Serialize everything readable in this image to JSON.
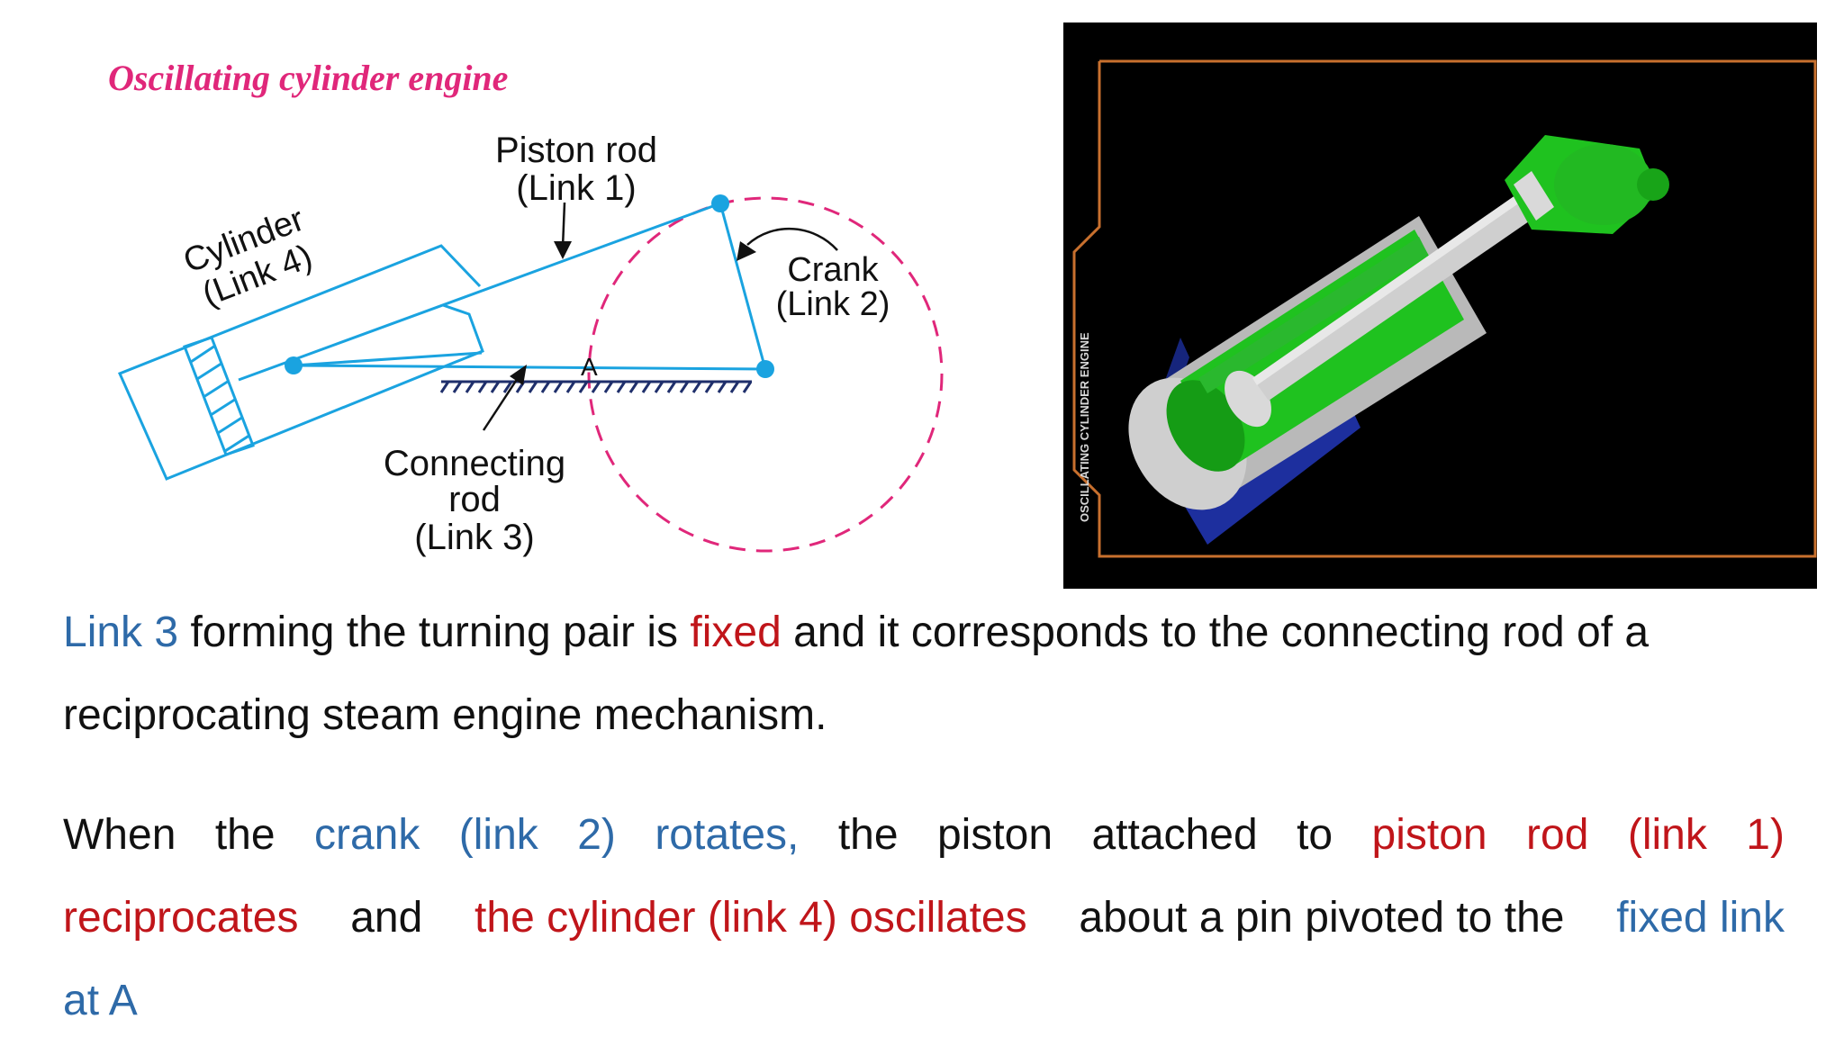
{
  "diagram": {
    "title": "Oscillating cylinder engine",
    "labels": {
      "piston_rod_1": "Piston rod",
      "piston_rod_2": "(Link 1)",
      "cylinder_1": "Cylinder",
      "cylinder_2": "(Link 4)",
      "crank_1": "Crank",
      "crank_2": "(Link 2)",
      "connecting_1": "Connecting",
      "connecting_2": "rod",
      "connecting_3": "(Link 3)",
      "point_a": "A"
    },
    "colors": {
      "title": "#e0277a",
      "link_lines": "#1aa3e0",
      "crank_circle": "#e0277a",
      "text": "#111111",
      "hatch": "#1f2f6b"
    }
  },
  "render_panel": {
    "side_label": "OSCILLATING CYLINDER ENGINE",
    "colors": {
      "background": "#000000",
      "frame": "#c8702e",
      "green": "#1fc21f",
      "grey": "#c8c8c8",
      "blue": "#1d2f9e",
      "red": "#d21a1a"
    }
  },
  "paragraph1": {
    "s1": "Link 3",
    "s2": "forming the turning pair is",
    "s3": "fixed",
    "s4": "and it corresponds to the connecting rod of a",
    "s5": "reciprocating steam engine mechanism."
  },
  "paragraph2": {
    "w1": "When",
    "w2": "the",
    "w3": "crank",
    "w4": "(link",
    "w5": "2)",
    "w6": "rotates,",
    "w7": "the",
    "w8": "piston",
    "w9": "attached",
    "w10": "to",
    "w11": "piston",
    "w12": "rod",
    "w13": "(link",
    "w14": "1)",
    "l2a": "reciprocates",
    "l2b": "and",
    "l2c": "the cylinder (link 4) oscillates",
    "l2d": "about a pin pivoted to the",
    "l2e": "fixed link",
    "l3": "at A"
  }
}
